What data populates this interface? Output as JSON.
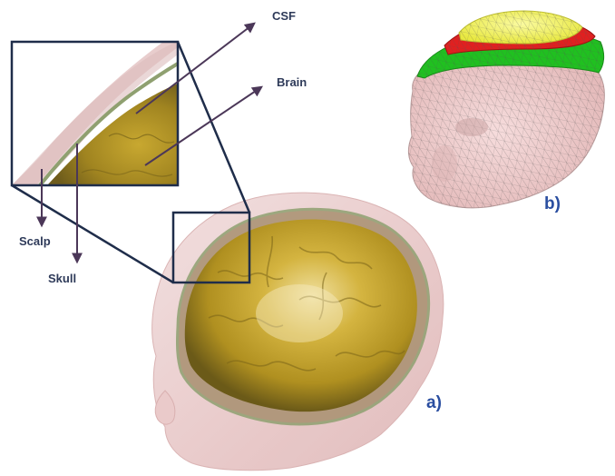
{
  "labels": {
    "csf": "CSF",
    "brain": "Brain",
    "scalp": "Scalp",
    "skull": "Skull",
    "panel_a": "a)",
    "panel_b": "b)"
  },
  "colors": {
    "scalp": "#e8c4c4",
    "brain": "#c4a42c",
    "skull_rim": "#8fa070",
    "inset_frame": "#1f2d4a",
    "arrow": "#4b3758",
    "mesh_yellow": "#f0f060",
    "mesh_red": "#e02020",
    "mesh_green": "#20c020",
    "mesh_skin": "#f0d0d0",
    "panel_label": "#2a4ea0"
  }
}
